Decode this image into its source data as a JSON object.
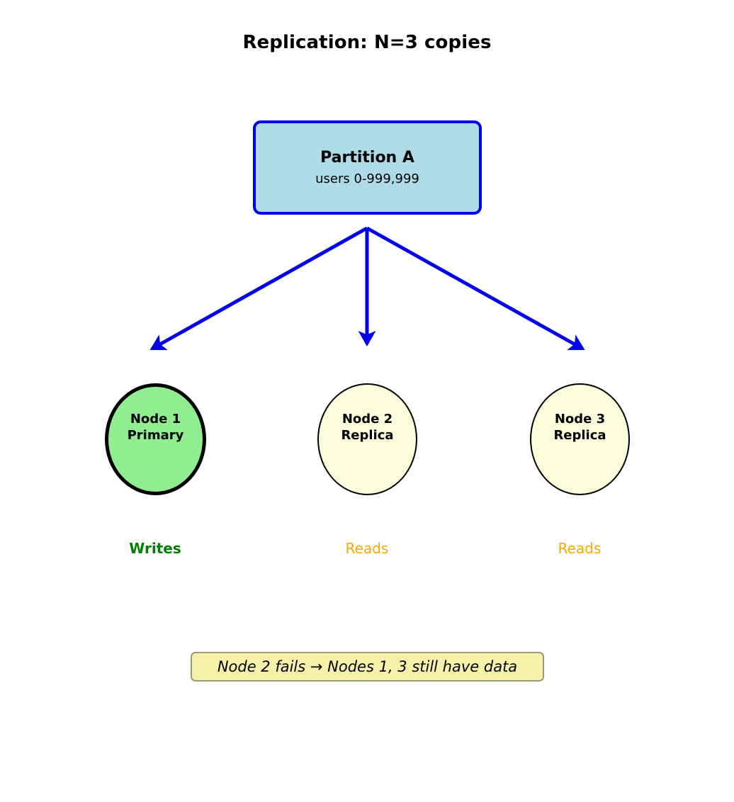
{
  "diagram": {
    "title": "Replication: N=3 copies",
    "partition": {
      "name": "Partition A",
      "range": "users 0-999,999",
      "fill_color": "#addbe8",
      "border_color": "#0000ee"
    },
    "arrow_color": "#0000ee",
    "nodes": [
      {
        "id": "node-1",
        "label": "Node 1\nPrimary",
        "name": "Node 1",
        "role": "Primary",
        "role_label": "Writes",
        "fill_color": "#90ee90",
        "border_color": "#000000",
        "role_label_color": "#008000"
      },
      {
        "id": "node-2",
        "label": "Node 2\nReplica",
        "name": "Node 2",
        "role": "Replica",
        "role_label": "Reads",
        "fill_color": "#fcfbdb",
        "border_color": "#000000",
        "role_label_color": "#ffa500"
      },
      {
        "id": "node-3",
        "label": "Node 3\nReplica",
        "name": "Node 3",
        "role": "Replica",
        "role_label": "Reads",
        "fill_color": "#fcfbdb",
        "border_color": "#000000",
        "role_label_color": "#ffa500"
      }
    ],
    "annotation": {
      "text": "Node 2 fails → Nodes 1, 3 still have data",
      "fill_color": "#f6f1a8",
      "border_color": "#9a9a7a"
    }
  }
}
